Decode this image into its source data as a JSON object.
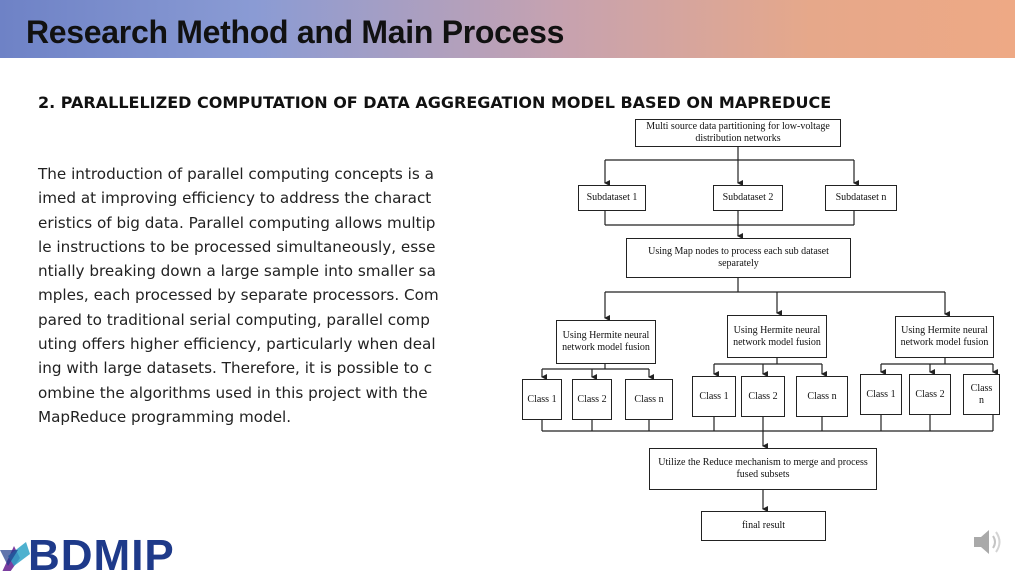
{
  "slide": {
    "title": "Research Method and Main Process",
    "section_heading": "2. PARALLELIZED COMPUTATION OF DATA AGGREGATION MODEL BASED ON MAPREDUCE",
    "body_lines": [
      "The introduction of parallel computing concepts is a",
      "imed at improving efficiency to address the charact",
      "eristics of big data. Parallel computing allows multip",
      "le instructions to be processed simultaneously, esse",
      "ntially breaking down a large sample into smaller sa",
      "mples, each processed by separate processors. Com",
      "pared to traditional serial computing, parallel comp",
      "uting offers higher efficiency, particularly when deal",
      "ing with large datasets. Therefore, it is possible to c",
      "ombine the algorithms used in this project with the",
      "MapReduce programming model."
    ],
    "logo_text": "BDMIP"
  },
  "flowchart": {
    "partition": "Multi source data partitioning for low-voltage distribution networks",
    "subdatasets": [
      "Subdataset 1",
      "Subdataset 2",
      "Subdataset n"
    ],
    "map": "Using Map nodes to process each sub dataset separately",
    "hermite": [
      "Using Hermite neural network model fusion",
      "Using Hermite neural network model fusion",
      "Using Hermite neural network model fusion"
    ],
    "classes": [
      "Class 1",
      "Class 2",
      "Class n"
    ],
    "reduce": "Utilize the Reduce mechanism to merge and process fused subsets",
    "final": "final result"
  },
  "colors": {
    "title_text": "#111111",
    "logo": "#1e3a8a",
    "logo_accent": "#7b3fa0"
  },
  "icons": [
    "speaker-icon",
    "bdmip-logo-mark"
  ]
}
